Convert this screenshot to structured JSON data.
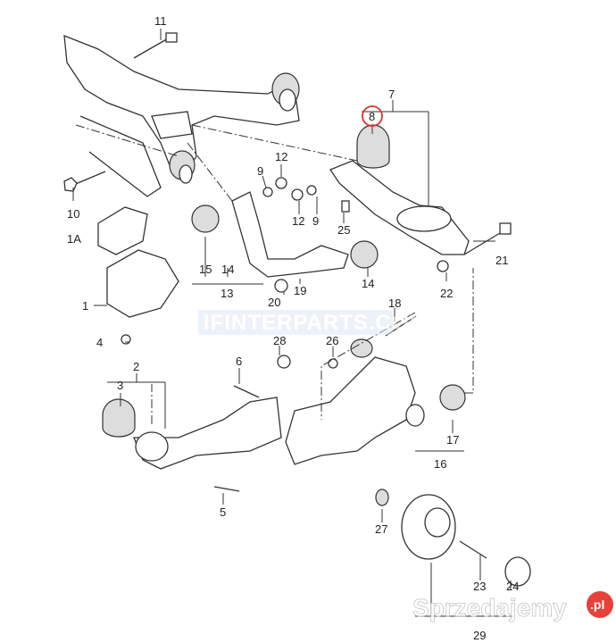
{
  "diagram": {
    "title": "Rear axle suspension exploded parts diagram",
    "highlight_color": "#e0302a",
    "highlighted_label": "8",
    "labels": [
      "11",
      "7",
      "8",
      "9",
      "12",
      "10",
      "12",
      "9",
      "25",
      "1A",
      "15",
      "14",
      "13",
      "21",
      "14",
      "22",
      "1",
      "20",
      "19",
      "18",
      "4",
      "28",
      "26",
      "2",
      "6",
      "3",
      "17",
      "16",
      "5",
      "27",
      "23",
      "24",
      "29"
    ],
    "watermarks": {
      "center": "IFINTERPARTS.COM",
      "bottom": "Sprzedajemy",
      "badge": ".pl"
    }
  }
}
